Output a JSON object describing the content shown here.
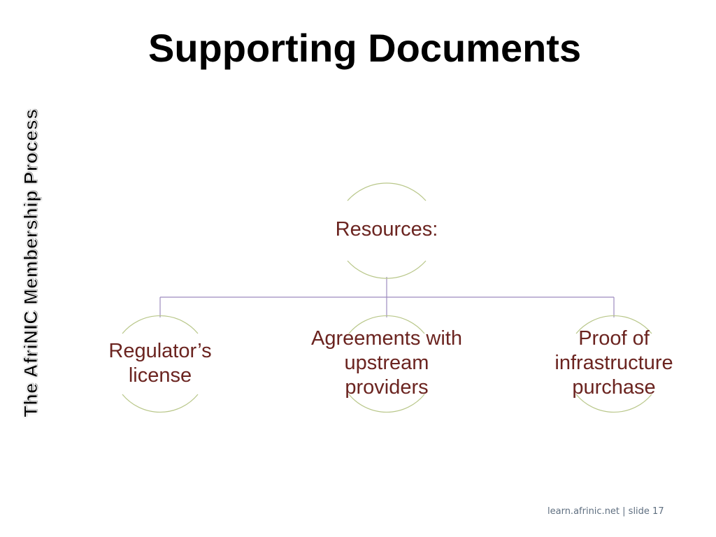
{
  "slide": {
    "title": "Supporting Documents",
    "side_label": "The AfriNIC Membership Process",
    "footer": "learn.afrinic.net | slide 17"
  },
  "diagram": {
    "root": {
      "label": "Resources:"
    },
    "children": [
      {
        "lines": [
          "Regulator’s",
          "license"
        ]
      },
      {
        "lines": [
          "Agreements with",
          "upstream",
          "providers"
        ]
      },
      {
        "lines": [
          "Proof of",
          "infrastructure",
          "purchase"
        ]
      }
    ]
  },
  "colors": {
    "node_text": "#6b2420",
    "connector": "#9d8bbf",
    "node_arc": "#b9c78a",
    "footer_text": "#5f6f80"
  }
}
